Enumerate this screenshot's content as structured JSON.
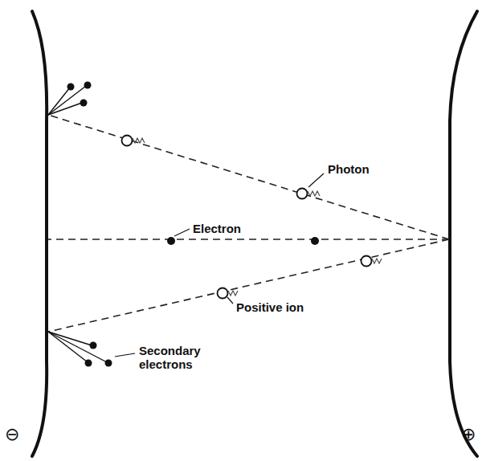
{
  "diagram": {
    "labels": [
      "Photon",
      "Electron",
      "Positive ion",
      "Secondary electrons",
      "⊖",
      "⊕"
    ]
  }
}
